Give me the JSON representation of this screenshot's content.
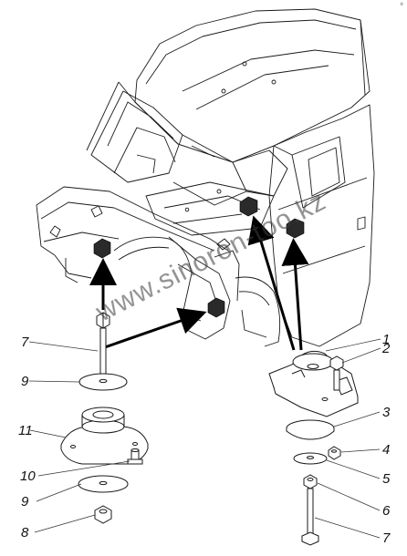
{
  "watermark": "www.sinoron-too.kz",
  "corner_mark": "e",
  "callouts": {
    "c1": "1",
    "c2": "2",
    "c3": "3",
    "c4": "4",
    "c5": "5",
    "c6": "6",
    "c7_right": "7",
    "c7_left": "7",
    "c8": "8",
    "c9_upper": "9",
    "c9_lower": "9",
    "c10": "10",
    "c11": "11"
  },
  "colors": {
    "line": "#1a1a1a",
    "arrow": "#000000",
    "mount": "#2a2a2a"
  }
}
